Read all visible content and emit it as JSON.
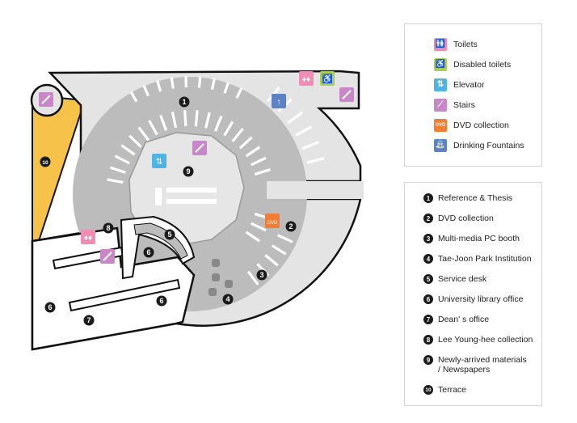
{
  "legend_icons": [
    {
      "label": "Toilets",
      "icon": "toilets-icon",
      "color": "#f08db4",
      "glyph": "🚻"
    },
    {
      "label": "Disabled toilets",
      "icon": "wheelchair-icon",
      "color": "#a8cf5a",
      "glyph": "♿"
    },
    {
      "label": "Elevator",
      "icon": "elevator-icon",
      "color": "#4fb3e3",
      "glyph": "⇅"
    },
    {
      "label": "Stairs",
      "icon": "stairs-icon",
      "color": "#c987c9",
      "glyph": "⟋"
    },
    {
      "label": "DVD collection",
      "icon": "dvd-icon",
      "color": "#f07f35",
      "glyph": "DVD"
    },
    {
      "label": "Drinking Fountains",
      "icon": "fountain-icon",
      "color": "#5b83c6",
      "glyph": "⛲"
    }
  ],
  "legend_numbers": [
    {
      "num": "1",
      "label": "Reference & Thesis"
    },
    {
      "num": "2",
      "label": "DVD collection"
    },
    {
      "num": "3",
      "label": "Multi-media PC booth"
    },
    {
      "num": "4",
      "label": "Tae-Joon Park Institution"
    },
    {
      "num": "5",
      "label": "Service desk"
    },
    {
      "num": "6",
      "label": "University library office"
    },
    {
      "num": "7",
      "label": "Dean' s office"
    },
    {
      "num": "8",
      "label": "Lee Young-hee collection"
    },
    {
      "num": "9",
      "label": "Newly-arrived materials",
      "label2": "/ Newspapers"
    },
    {
      "num": "10",
      "label": "Terrace"
    }
  ],
  "map_markers": {
    "m1": "1",
    "m2": "2",
    "m3": "3",
    "m4": "4",
    "m5": "5",
    "m6a": "6",
    "m6b": "6",
    "m6c": "6",
    "m7": "7",
    "m8": "8",
    "m9": "9",
    "m10": "10"
  },
  "colors": {
    "terrace": "#f6c24a",
    "floor": "#e4e4e4",
    "ring": "#bcbcbc",
    "outline": "#111111"
  }
}
